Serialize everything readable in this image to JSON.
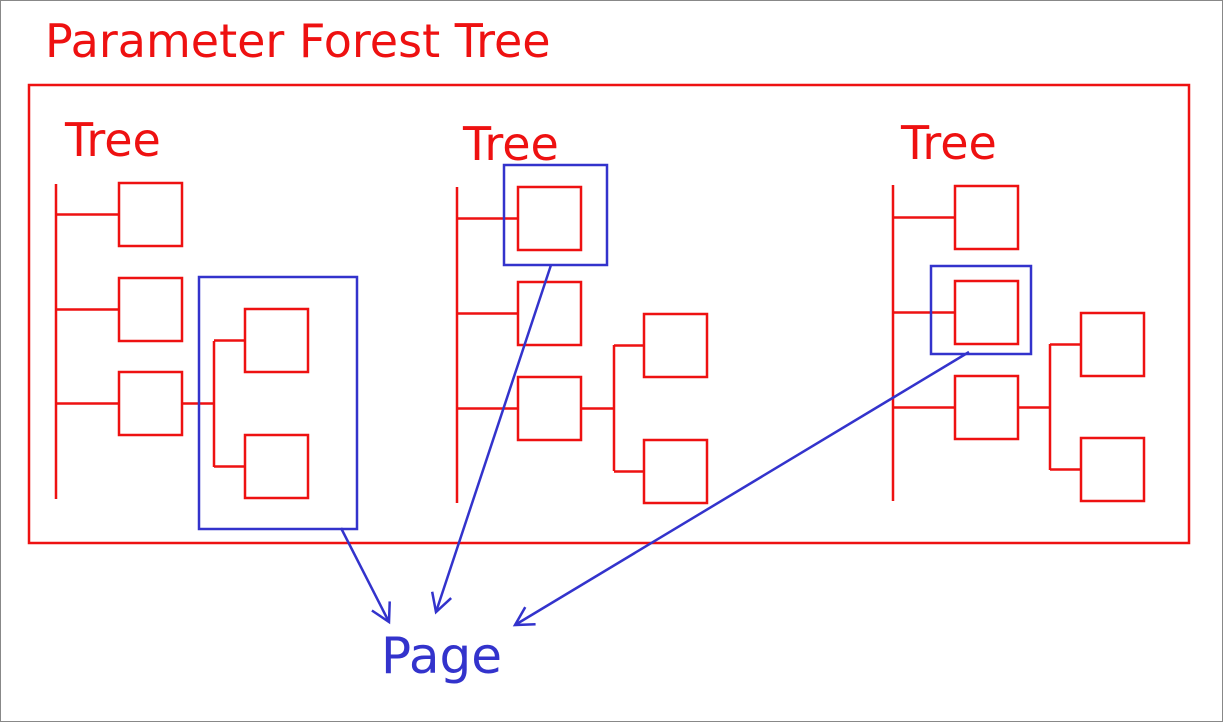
{
  "title": "Parameter Forest Tree",
  "trees": [
    {
      "label": "Tree"
    },
    {
      "label": "Tree"
    },
    {
      "label": "Tree"
    }
  ],
  "page": {
    "label": "Page"
  },
  "colors": {
    "tree": "#ee1111",
    "page": "#3333cc",
    "background": "#ffffff",
    "frame": "#888888"
  }
}
